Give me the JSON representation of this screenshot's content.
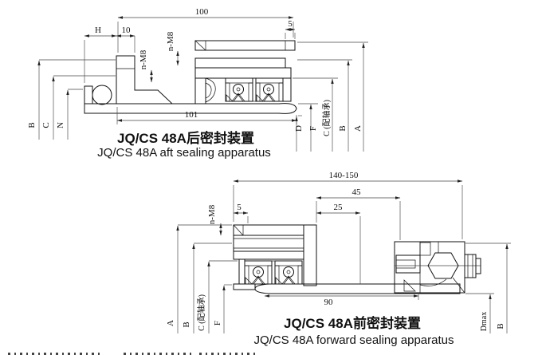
{
  "aft": {
    "title_zh": "JQ/CS 48A后密封装置",
    "title_en": "JQ/CS 48A aft sealing apparatus",
    "dim_overall_top": "100",
    "dim_h": "H",
    "dim_10": "10",
    "dim_5": "5",
    "dim_bolts_left": "n-M8",
    "dim_bolts_right": "n-M8",
    "dim_overall_bottom": "101",
    "dim_left_b": "B",
    "dim_left_c": "C",
    "dim_left_n": "N",
    "dim_right_d": "D",
    "dim_right_f": "F",
    "dim_right_c": "C (配轴承)",
    "dim_right_b": "B",
    "dim_right_a": "A"
  },
  "forward": {
    "title_zh": "JQ/CS 48A前密封装置",
    "title_en": "JQ/CS 48A forward sealing apparatus",
    "dim_overall_top": "140-150",
    "dim_45": "45",
    "dim_25": "25",
    "dim_5": "5",
    "dim_bolts": "n-M8",
    "dim_90": "90",
    "dim_left_a": "A",
    "dim_left_b": "B",
    "dim_left_c": "C (配轴承)",
    "dim_left_f": "F",
    "dim_right_dmax": "Dmax",
    "dim_right_b": "B"
  },
  "colors": {
    "line": "#111111",
    "dim_line": "#444444",
    "background": "#ffffff"
  }
}
